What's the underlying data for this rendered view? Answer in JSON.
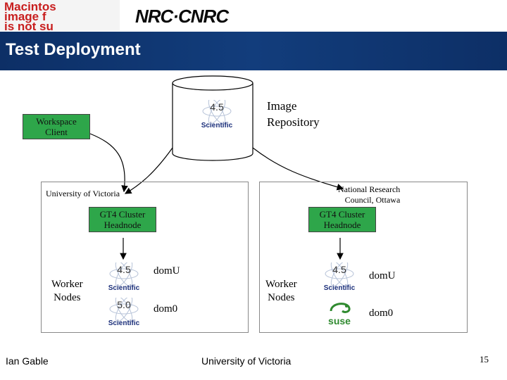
{
  "header": {
    "placeholder_lines": [
      "Macintos",
      "image f",
      "is not su"
    ],
    "logo_text": "NRC·CNRC",
    "title": "Test Deployment"
  },
  "diagram": {
    "repository": {
      "version": "4.5",
      "os": "Scientific",
      "label_line1": "Image",
      "label_line2": "Repository"
    },
    "workspace_client": {
      "line1": "Workspace",
      "line2": "Client"
    },
    "left_site": {
      "name": "University of Victoria",
      "headnode": {
        "line1": "GT4 Cluster",
        "line2": "Headnode"
      },
      "worker_label": {
        "line1": "Worker",
        "line2": "Nodes"
      },
      "domU": {
        "version": "4.5",
        "os": "Scientific",
        "label": "domU"
      },
      "dom0": {
        "version": "5.0",
        "os": "Scientific",
        "label": "dom0"
      }
    },
    "right_site": {
      "name_line1": "National Research",
      "name_line2": "Council, Ottawa",
      "headnode": {
        "line1": "GT4 Cluster",
        "line2": "Headnode"
      },
      "worker_label": {
        "line1": "Worker",
        "line2": "Nodes"
      },
      "domU": {
        "version": "4.5",
        "os": "Scientific",
        "label": "domU"
      },
      "dom0": {
        "os": "suse",
        "label": "dom0"
      }
    }
  },
  "footer": {
    "author": "Ian Gable",
    "institution": "University of Victoria",
    "page_number": "15"
  },
  "colors": {
    "title_bar": "#123d7c",
    "green_box": "#2ea64a",
    "placeholder_text": "#c81e1e"
  }
}
